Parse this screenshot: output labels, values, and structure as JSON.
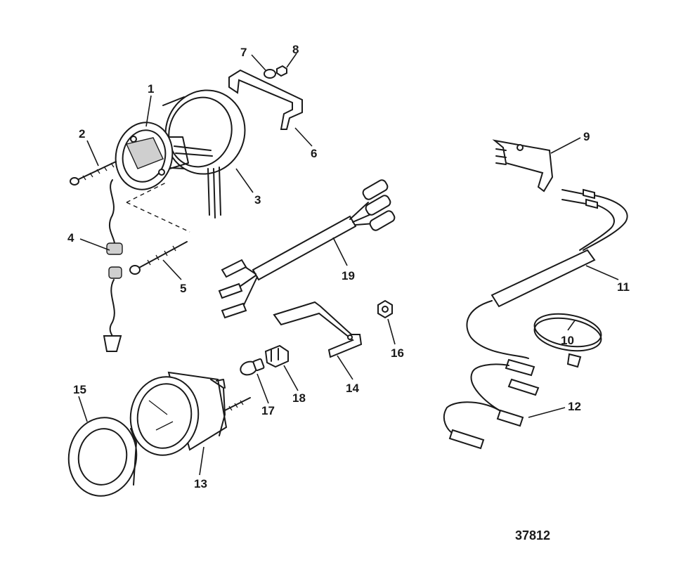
{
  "callouts": {
    "p1": "1",
    "p2": "2",
    "p3": "3",
    "p4": "4",
    "p5": "5",
    "p6": "6",
    "p7": "7",
    "p8": "8",
    "p9": "9",
    "p10": "10",
    "p11": "11",
    "p12": "12",
    "p13": "13",
    "p14": "14",
    "p15": "15",
    "p16": "16",
    "p17": "17",
    "p18": "18",
    "p19": "19"
  },
  "figure_number": "37812"
}
